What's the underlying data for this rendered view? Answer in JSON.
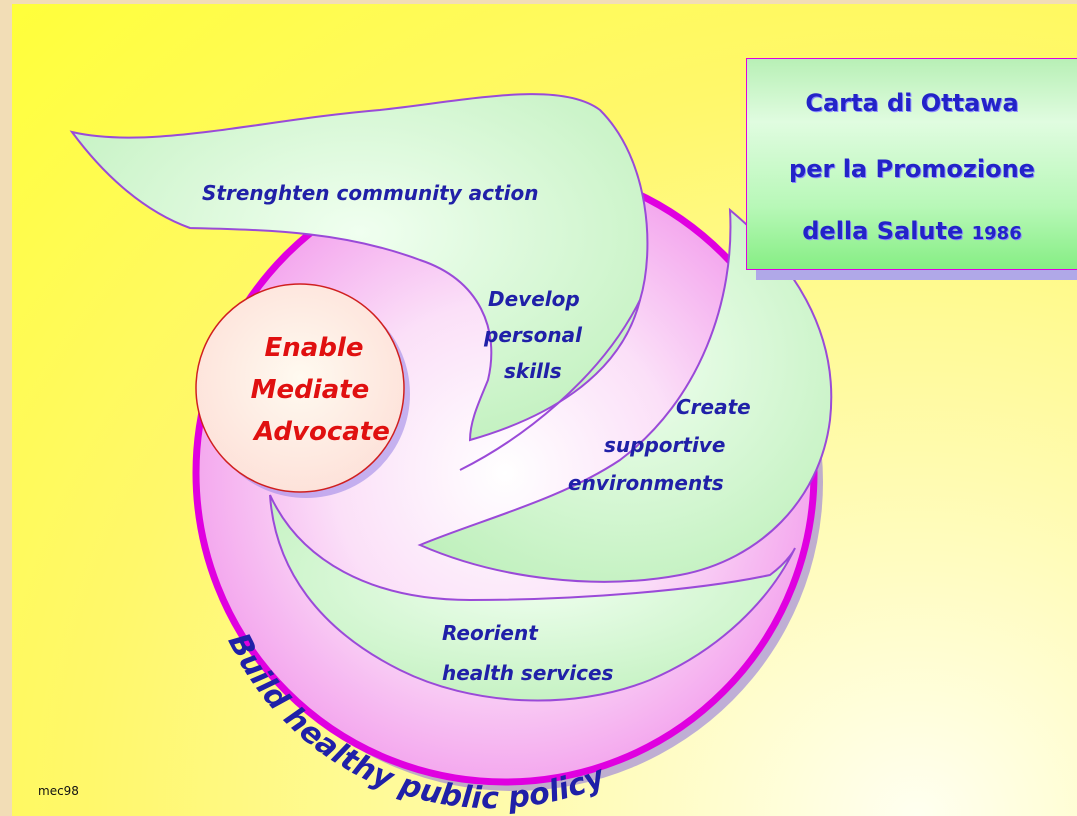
{
  "title": {
    "line1": "Carta di Ottawa",
    "line2": "per la Promozione",
    "line3": "della Salute",
    "year": "1986"
  },
  "center": {
    "line1": "Enable",
    "line2": "Mediate",
    "line3": "Advocate"
  },
  "leaves": {
    "community": "Strenghten community action",
    "skills_1": "Develop",
    "skills_2": "personal",
    "skills_3": "skills",
    "environments_1": "Create",
    "environments_2": "supportive",
    "environments_3": "environments",
    "services_1": "Reorient",
    "services_2": "health services"
  },
  "outer_ring_label": "Build healthy public policy",
  "watermark": "mec98",
  "colors": {
    "background": "#fff86a",
    "ring_fill": "#f8bdf4",
    "ring_stroke": "#e000e0",
    "leaf_fill": "#ccf6c8",
    "leaf_stroke": "#9a4ad8",
    "label_blue": "#2020a8",
    "center_red": "#e01010",
    "title_blue": "#2323c8"
  }
}
